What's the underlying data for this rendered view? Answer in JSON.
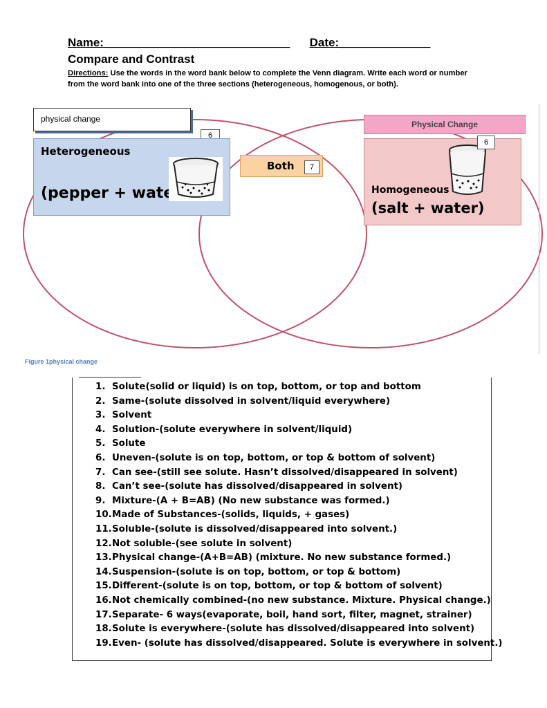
{
  "header": {
    "name_label": "Name: ____________________________",
    "date_label": "Date:______________",
    "title": "Compare and Contrast",
    "directions_label": "Directions:",
    "directions_text": " Use the words in the word bank below to complete the Venn diagram.  Write each word or number from the word bank into one of the three sections (heterogeneous, homogenous, or both)."
  },
  "venn": {
    "textbox_value": "physical change",
    "left": {
      "title": "Heterogeneous",
      "mixture": "(pepper + water)",
      "number": "6"
    },
    "right": {
      "banner": "Physical Change",
      "title": "Homogeneous",
      "mixture": "(salt + water)",
      "number": "6"
    },
    "both": {
      "label": "Both",
      "number": "7"
    },
    "colors": {
      "circles": "#c0506a",
      "left_box": "#c6d6ec",
      "right_box": "#f2c8c8",
      "both_box": "#fbd3a3",
      "banner": "#f4a6c6"
    }
  },
  "caption": "Figure 1physical change",
  "word_bank": [
    {
      "n": "1.",
      "text": "Solute(solid or liquid)  is on top, bottom, or top and bottom"
    },
    {
      "n": "2.",
      "text": "Same-(solute dissolved in solvent/liquid everywhere)"
    },
    {
      "n": "3.",
      "text": "Solvent"
    },
    {
      "n": "4.",
      "text": "Solution-(solute everywhere in solvent/liquid)"
    },
    {
      "n": "5.",
      "text": "Solute"
    },
    {
      "n": "6.",
      "text": "Uneven-(solute is on top, bottom, or top & bottom of solvent)"
    },
    {
      "n": "7.",
      "text": "Can see-(still see solute. Hasn’t dissolved/disappeared in solvent)"
    },
    {
      "n": "8.",
      "text": "Can’t see-(solute has dissolved/disappeared in solvent)"
    },
    {
      "n": "9.",
      "text": "Mixture-(A + B=AB)  (No new substance was formed.)"
    },
    {
      "n": "10.",
      "text": "Made of Substances-(solids, liquids, + gases)"
    },
    {
      "n": "11.",
      "text": "Soluble-(solute is dissolved/disappeared into solvent.)"
    },
    {
      "n": "12.",
      "text": "Not soluble-(see solute in solvent)"
    },
    {
      "n": "13.",
      "text": "Physical change-(A+B=AB) (mixture. No new substance formed.)"
    },
    {
      "n": "14.",
      "text": "Suspension-(solute is on top, bottom, or top & bottom)"
    },
    {
      "n": "15.",
      "text": "Different-(solute is on top, bottom, or top & bottom of solvent)"
    },
    {
      "n": "16.",
      "text": "Not chemically combined-(no new substance. Mixture. Physical change.)"
    },
    {
      "n": "17.",
      "text": "Separate- 6 ways(evaporate, boil, hand sort, filter, magnet, strainer)"
    },
    {
      "n": "18.",
      "text": "Solute is everywhere-(solute has dissolved/disappeared into solvent)"
    },
    {
      "n": "19.",
      "text": "Even- (solute has dissolved/disappeared. Solute is everywhere in solvent.)"
    }
  ]
}
